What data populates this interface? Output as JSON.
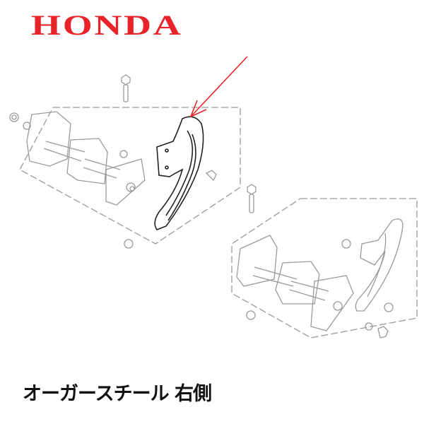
{
  "brand": {
    "name": "HONDA",
    "color": "#e8242a"
  },
  "caption": "オーガースチール 右側",
  "diagram": {
    "description": "Exploded parts diagram of snowblower auger assembly; red arrow points at the highlighted auger steel (right side) bracket",
    "highlight_arrow_color": "#e8242a",
    "line_color_faded": "#9a9a9a",
    "line_color_highlight": "#222222"
  }
}
